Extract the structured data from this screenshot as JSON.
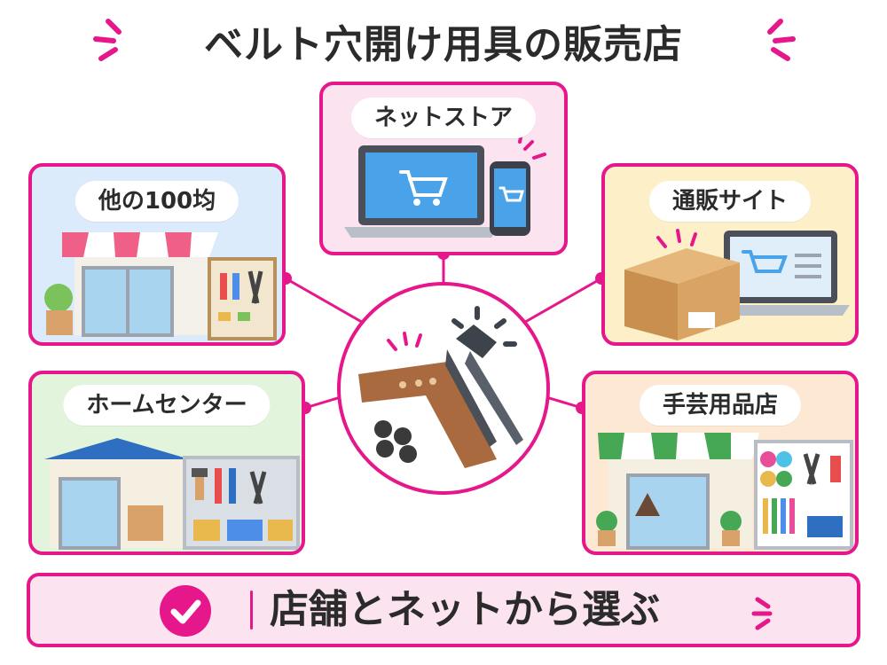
{
  "title": "ベルト穴開け用具の販売店",
  "colors": {
    "accent": "#e6178a",
    "card_pink": "#fbe3f0",
    "card_blue": "#dcebfb",
    "card_yellow": "#fdf0c8",
    "card_green": "#e3f4dc",
    "card_peach": "#fde9d3"
  },
  "cards": {
    "net_store": {
      "label": "ネットストア"
    },
    "other_100": {
      "label": "他の100均"
    },
    "mail_order": {
      "label": "通販サイト"
    },
    "home_center": {
      "label": "ホームセンター"
    },
    "craft_store": {
      "label": "手芸用品店"
    }
  },
  "center": {
    "icon": "belt-and-hole-punch-icon"
  },
  "bottom": {
    "text": "店舗とネットから選ぶ",
    "icon": "check-circle-icon"
  }
}
